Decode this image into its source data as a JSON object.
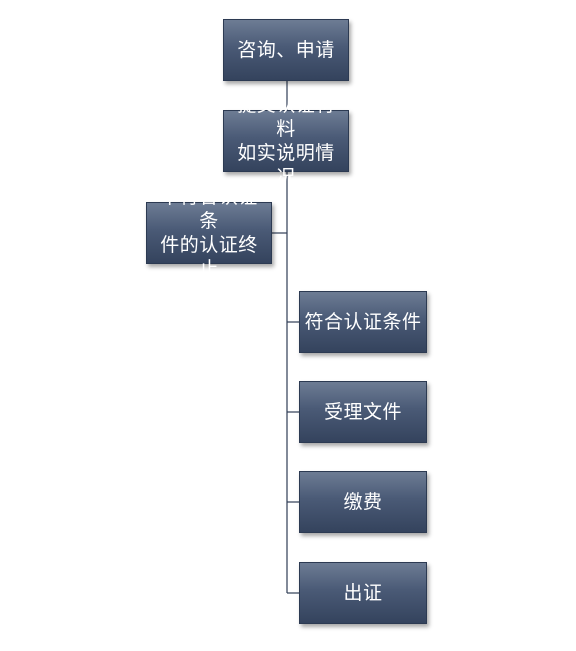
{
  "nodes": {
    "consult": "咨询、申请",
    "submit": "提交认证材料\n如实说明情况",
    "reject": "不符合认证条\n件的认证终止",
    "qualify": "符合认证条件",
    "accept": "受理文件",
    "pay": "缴费",
    "certify": "出证"
  },
  "colors": {
    "box_top": "#6d7c94",
    "box_bottom": "#34435d",
    "connector": "#2f3d55",
    "text": "#ffffff"
  }
}
